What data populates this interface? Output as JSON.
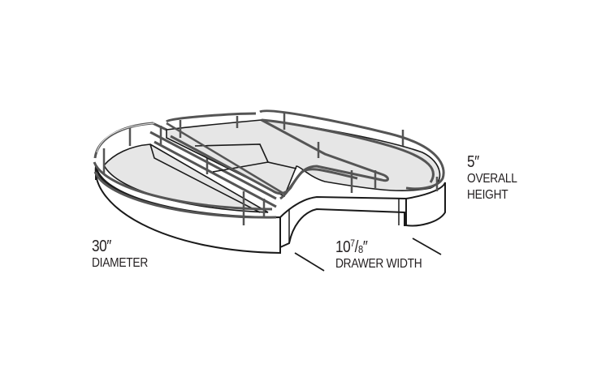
{
  "diagram": {
    "subject": "Kidney-shaped lazy susan wire basket with drawer",
    "colors": {
      "outline": "#1a1a1a",
      "rail": "#5a5a5a",
      "tray_fill": "#e8e8e8",
      "body_fill": "#ffffff",
      "text": "#231f20"
    }
  },
  "dimensions": {
    "diameter": {
      "value": "30″",
      "caption": "DIAMETER"
    },
    "drawer_width": {
      "whole": "10",
      "numerator": "7",
      "slash": "/",
      "denominator": "8",
      "unit": "″",
      "caption": "DRAWER WIDTH"
    },
    "overall_height": {
      "value": "5″",
      "caption_line1": "OVERALL",
      "caption_line2": "HEIGHT"
    }
  }
}
